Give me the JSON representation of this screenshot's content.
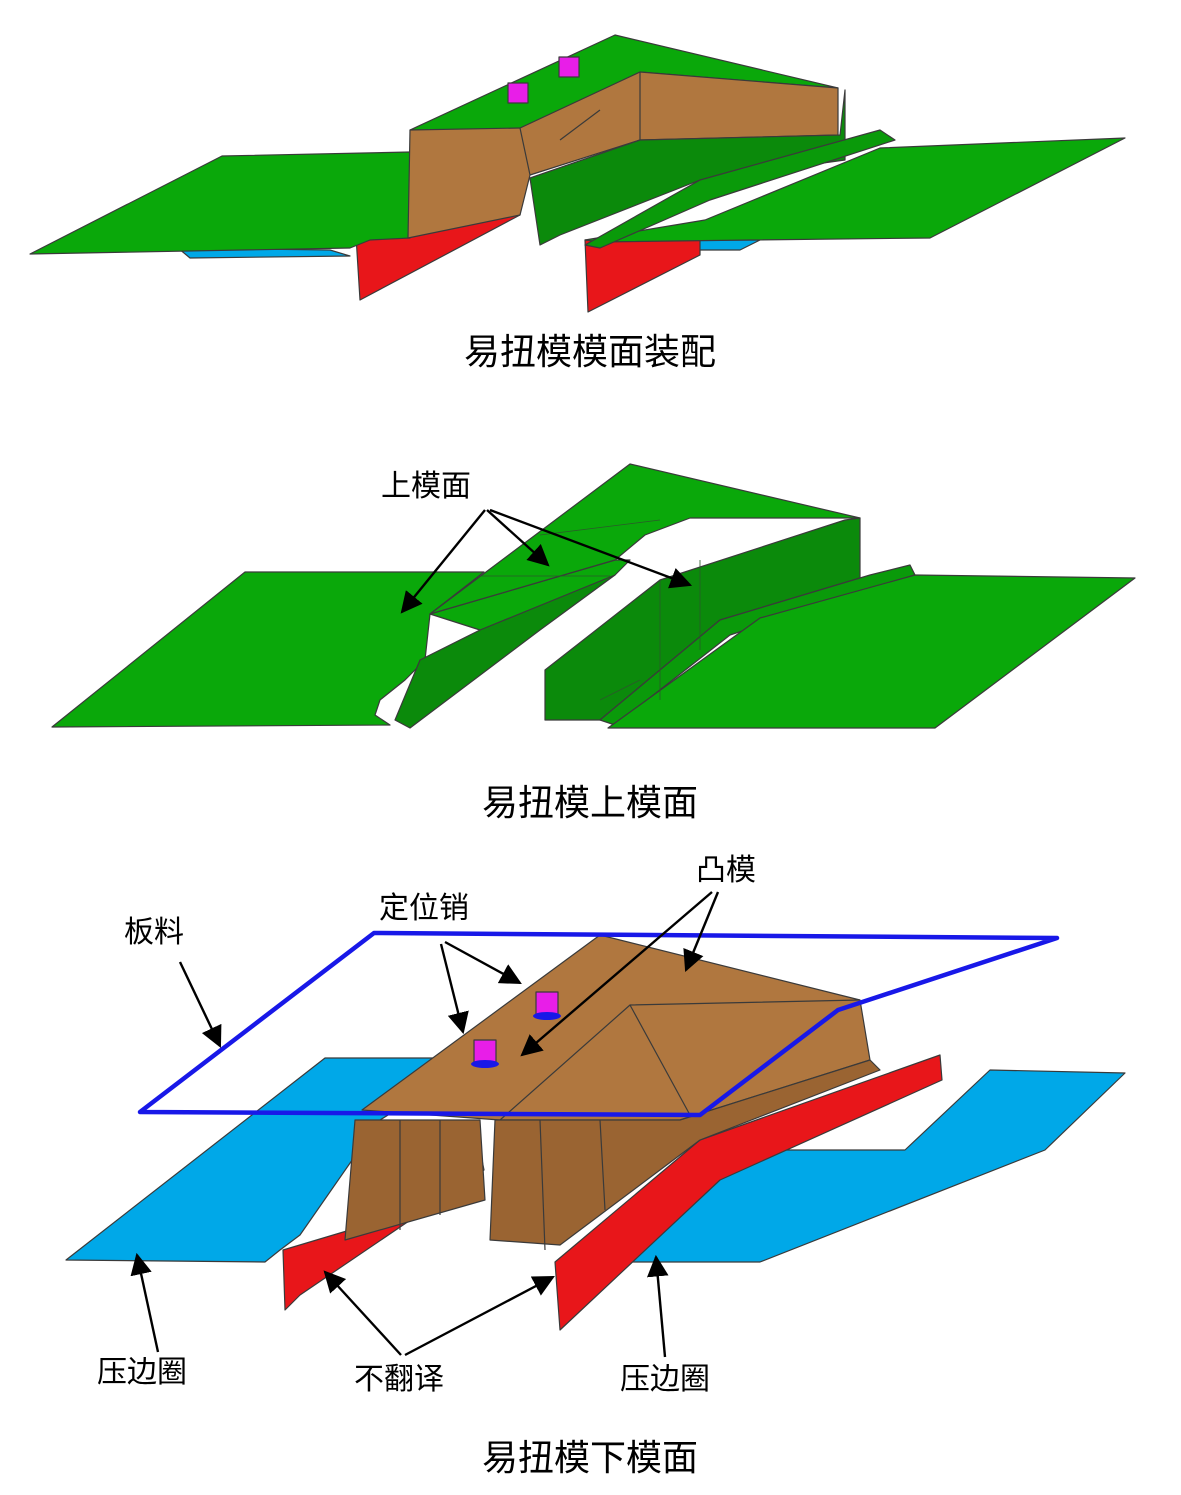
{
  "panels": {
    "assembly": {
      "caption": "易扭模模面装配"
    },
    "upper": {
      "caption": "易扭模上模面",
      "label_upper_surface": "上模面"
    },
    "lower": {
      "caption": "易扭模下模面",
      "label_punch": "凸模",
      "label_pins": "定位销",
      "label_blank": "板料",
      "label_binder_left": "压边圈",
      "label_binder_right": "压边圈",
      "label_untranslated": "不翻译"
    }
  },
  "colors": {
    "upper_die": "#0aa80a",
    "upper_die_dark": "#0b8a0b",
    "punch": "#b0773f",
    "punch_dark": "#9a6432",
    "binder": "#00a8e8",
    "red_part": "#e8161a",
    "pin": "#e81ee8",
    "blank_outline": "#1818e8"
  }
}
